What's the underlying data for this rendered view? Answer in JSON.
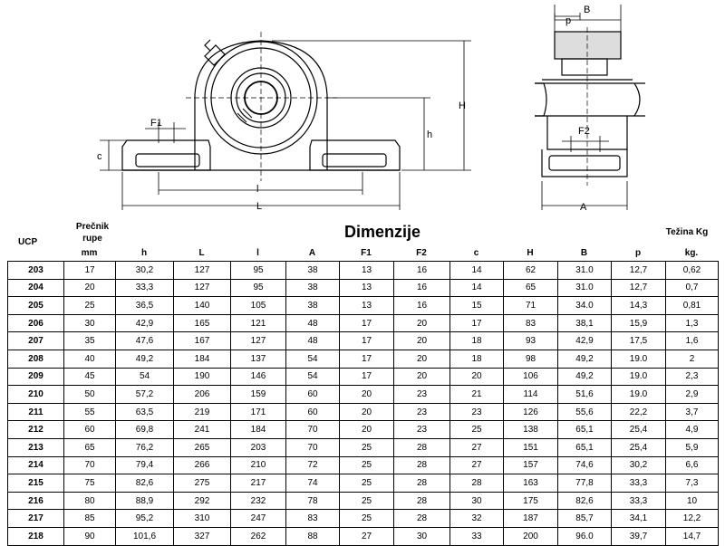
{
  "drawing": {
    "labels_front": {
      "F1": "F1",
      "c": "c",
      "l": "l",
      "L": "L",
      "h": "h",
      "H": "H"
    },
    "labels_side": {
      "B": "B",
      "p": "p",
      "F2": "F2",
      "A": "A"
    }
  },
  "table": {
    "title": "Dimenzije",
    "headers_top": {
      "ucp": "UCP",
      "precnik_line1": "Prečnik",
      "precnik_line2": "rupe",
      "tezina": "Težina Kg"
    },
    "headers": [
      "mm",
      "h",
      "L",
      "l",
      "A",
      "F1",
      "F2",
      "c",
      "H",
      "B",
      "p",
      "kg."
    ],
    "rows": [
      [
        "203",
        "17",
        "30,2",
        "127",
        "95",
        "38",
        "13",
        "16",
        "14",
        "62",
        "31.0",
        "12,7",
        "0,62"
      ],
      [
        "204",
        "20",
        "33,3",
        "127",
        "95",
        "38",
        "13",
        "16",
        "14",
        "65",
        "31.0",
        "12,7",
        "0,7"
      ],
      [
        "205",
        "25",
        "36,5",
        "140",
        "105",
        "38",
        "13",
        "16",
        "15",
        "71",
        "34.0",
        "14,3",
        "0,81"
      ],
      [
        "206",
        "30",
        "42,9",
        "165",
        "121",
        "48",
        "17",
        "20",
        "17",
        "83",
        "38,1",
        "15,9",
        "1,3"
      ],
      [
        "207",
        "35",
        "47,6",
        "167",
        "127",
        "48",
        "17",
        "20",
        "18",
        "93",
        "42,9",
        "17,5",
        "1,6"
      ],
      [
        "208",
        "40",
        "49,2",
        "184",
        "137",
        "54",
        "17",
        "20",
        "18",
        "98",
        "49,2",
        "19.0",
        "2"
      ],
      [
        "209",
        "45",
        "54",
        "190",
        "146",
        "54",
        "17",
        "20",
        "20",
        "106",
        "49,2",
        "19.0",
        "2,3"
      ],
      [
        "210",
        "50",
        "57,2",
        "206",
        "159",
        "60",
        "20",
        "23",
        "21",
        "114",
        "51,6",
        "19.0",
        "2,9"
      ],
      [
        "211",
        "55",
        "63,5",
        "219",
        "171",
        "60",
        "20",
        "23",
        "23",
        "126",
        "55,6",
        "22,2",
        "3,7"
      ],
      [
        "212",
        "60",
        "69,8",
        "241",
        "184",
        "70",
        "20",
        "23",
        "25",
        "138",
        "65,1",
        "25,4",
        "4,9"
      ],
      [
        "213",
        "65",
        "76,2",
        "265",
        "203",
        "70",
        "25",
        "28",
        "27",
        "151",
        "65,1",
        "25,4",
        "5,9"
      ],
      [
        "214",
        "70",
        "79,4",
        "266",
        "210",
        "72",
        "25",
        "28",
        "27",
        "157",
        "74,6",
        "30,2",
        "6,6"
      ],
      [
        "215",
        "75",
        "82,6",
        "275",
        "217",
        "74",
        "25",
        "28",
        "28",
        "163",
        "77,8",
        "33,3",
        "7,3"
      ],
      [
        "216",
        "80",
        "88,9",
        "292",
        "232",
        "78",
        "25",
        "28",
        "30",
        "175",
        "82,6",
        "33,3",
        "10"
      ],
      [
        "217",
        "85",
        "95,2",
        "310",
        "247",
        "83",
        "25",
        "28",
        "32",
        "187",
        "85,7",
        "34,1",
        "12,2"
      ],
      [
        "218",
        "90",
        "101,6",
        "327",
        "262",
        "88",
        "27",
        "30",
        "33",
        "200",
        "96.0",
        "39,7",
        "14,7"
      ]
    ]
  }
}
